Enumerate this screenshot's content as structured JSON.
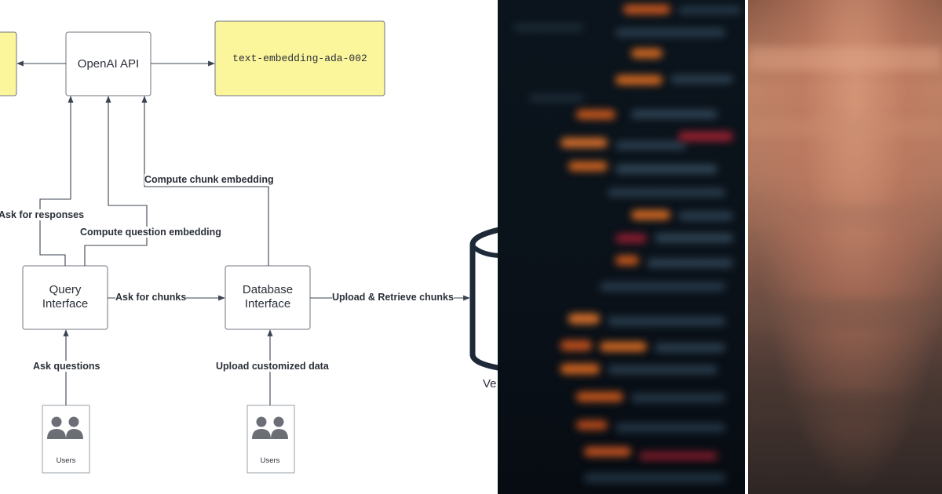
{
  "diagram": {
    "nodes": {
      "openai_api": "OpenAI API",
      "embedding_model": "text-embedding-ada-002",
      "query_interface_line1": "Query",
      "query_interface_line2": "Interface",
      "database_interface_line1": "Database",
      "database_interface_line2": "Interface",
      "users_left": "Users",
      "users_right": "Users",
      "vector_db_partial": "Ve"
    },
    "edges": {
      "ask_for_responses": "Ask for responses",
      "compute_question_embedding": "Compute question embedding",
      "compute_chunk_embedding": "Compute chunk embedding",
      "ask_for_chunks": "Ask for chunks",
      "upload_retrieve_chunks": "Upload & Retrieve chunks",
      "ask_questions": "Ask questions",
      "upload_customized_data": "Upload customized data"
    },
    "colors": {
      "model_box_fill": "#fbf59b",
      "node_stroke": "#707680",
      "edge_stroke": "#3b4452",
      "db_stroke": "#1f2a38",
      "icon_fill": "#6b6f75"
    }
  },
  "decor": {
    "middle_panel": "blurred-code-background",
    "right_panel": "blurred-warm-photo"
  }
}
